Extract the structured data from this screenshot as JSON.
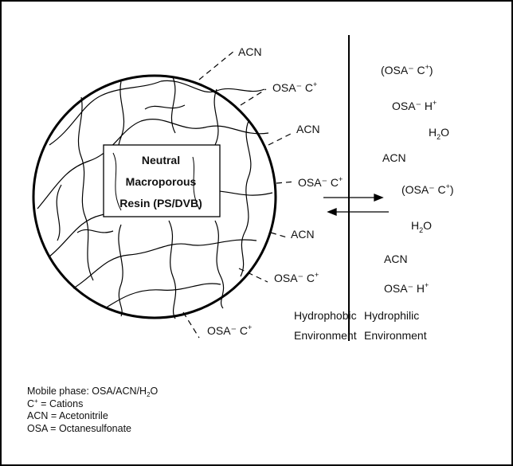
{
  "resin_box": {
    "line1": "Neutral",
    "line2": "Macroporous",
    "line3": "Resin (PS/DVB)"
  },
  "surface_labels": {
    "acn_1": "ACN",
    "osa_c_1": "OSA⁻ C",
    "acn_2": "ACN",
    "osa_c_2": "OSA⁻ C",
    "acn_3": "ACN",
    "osa_c_3": "OSA⁻ C",
    "osa_c_4": "OSA⁻ C",
    "cation_sup": "+"
  },
  "right_side": {
    "pair_1": "(OSA⁻ C",
    "pair_1_close": ")",
    "osa_h_1": "OSA⁻ H",
    "water_1_h": "H",
    "water_1_sub": "2",
    "water_1_o": "O",
    "acn_1": "ACN",
    "pair_2": "(OSA⁻ C",
    "pair_2_close": ")",
    "water_2_h": "H",
    "water_2_sub": "2",
    "water_2_o": "O",
    "acn_2": "ACN",
    "osa_h_2": "OSA⁻ H",
    "sup_plus": "+"
  },
  "environments": {
    "hydrophobic_1": "Hydrophobic",
    "hydrophobic_2": "Environment",
    "hydrophilic_1": "Hydrophilic",
    "hydrophilic_2": "Environment"
  },
  "legend": {
    "mobile_phase_prefix": "Mobile phase:  OSA/ACN/H",
    "mobile_phase_sub": "2",
    "mobile_phase_suffix": "O",
    "cations_c": "C",
    "cations_sup": "+",
    "cations_rest": " = Cations",
    "acn": "ACN = Acetonitrile",
    "osa": "OSA = Octanesulfonate"
  }
}
